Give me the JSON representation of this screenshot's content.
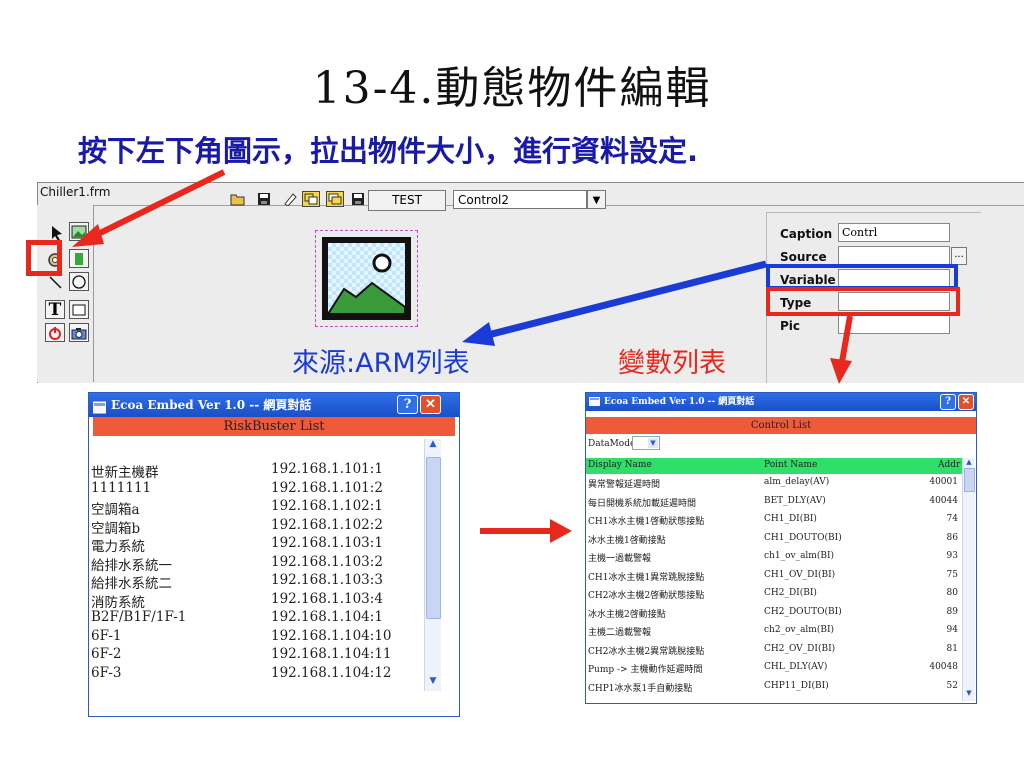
{
  "slide": {
    "title": "13-4.動態物件編輯",
    "subtitle": "按下左下角圖示，拉出物件大小，進行資料設定.",
    "annotation_source": "來源:ARM列表",
    "annotation_variable": "變數列表",
    "colors": {
      "red": "#e8281c",
      "blue": "#1a3bd6",
      "subtitle": "#1a1aa8"
    }
  },
  "editor": {
    "window_title": "Chiller1.frm",
    "toolbar_icons": [
      "open-folder-icon",
      "save-icon",
      "eraser-icon",
      "copy-icon",
      "paste-icon",
      "save-as-icon"
    ],
    "test_button": "TEST",
    "control_combo": "Control2",
    "properties": [
      {
        "label": "Caption",
        "value": "Contrl"
      },
      {
        "label": "Source",
        "value": ""
      },
      {
        "label": "Variable",
        "value": ""
      },
      {
        "label": "Type",
        "value": ""
      },
      {
        "label": "Pic",
        "value": ""
      }
    ],
    "source_browse": "..."
  },
  "risk_dialog": {
    "title": "Ecoa Embed Ver 1.0 -- 網頁對話",
    "header": "RiskBuster List",
    "rows": [
      {
        "name": "世新主機群",
        "addr": "192.168.1.101:1"
      },
      {
        "name": "1111111",
        "addr": "192.168.1.101:2"
      },
      {
        "name": "空調箱a",
        "addr": "192.168.1.102:1"
      },
      {
        "name": "空調箱b",
        "addr": "192.168.1.102:2"
      },
      {
        "name": "電力系統",
        "addr": "192.168.1.103:1"
      },
      {
        "name": "給排水系統一",
        "addr": "192.168.1.103:2"
      },
      {
        "name": "給排水系統二",
        "addr": "192.168.1.103:3"
      },
      {
        "name": "消防系統",
        "addr": "192.168.1.103:4"
      },
      {
        "name": "B2F/B1F/1F-1",
        "addr": "192.168.1.104:1"
      },
      {
        "name": "6F-1",
        "addr": "192.168.1.104:10"
      },
      {
        "name": "6F-2",
        "addr": "192.168.1.104:11"
      },
      {
        "name": "6F-3",
        "addr": "192.168.1.104:12"
      }
    ]
  },
  "control_dialog": {
    "title": "Ecoa Embed Ver 1.0 -- 網頁對話",
    "header": "Control List",
    "datamode_label": "DataMode:",
    "columns": [
      "Display Name",
      "Point Name",
      "Addr"
    ],
    "rows": [
      {
        "display": "異常警報延遲時間",
        "point": "alm_delay(AV)",
        "addr": "40001"
      },
      {
        "display": "每日開機系統加載延遲時間",
        "point": "BET_DLY(AV)",
        "addr": "40044"
      },
      {
        "display": "CH1冰水主機1啓動狀態接點",
        "point": "CH1_DI(BI)",
        "addr": "74"
      },
      {
        "display": "冰水主機1啓動接點",
        "point": "CH1_DOUTO(BI)",
        "addr": "86"
      },
      {
        "display": "主機一過載警報",
        "point": "ch1_ov_alm(BI)",
        "addr": "93"
      },
      {
        "display": "CH1冰水主機1異常跳脫接點",
        "point": "CH1_OV_DI(BI)",
        "addr": "75"
      },
      {
        "display": "CH2冰水主機2啓動狀態接點",
        "point": "CH2_DI(BI)",
        "addr": "80"
      },
      {
        "display": "冰水主機2啓動接點",
        "point": "CH2_DOUTO(BI)",
        "addr": "89"
      },
      {
        "display": "主機二過載警報",
        "point": "ch2_ov_alm(BI)",
        "addr": "94"
      },
      {
        "display": "CH2冰水主機2異常跳脫接點",
        "point": "CH2_OV_DI(BI)",
        "addr": "81"
      },
      {
        "display": "Pump -> 主機動作延遲時間",
        "point": "CHL_DLY(AV)",
        "addr": "40048"
      },
      {
        "display": "CHP1冰水泵1手自動接點",
        "point": "CHP11_DI(BI)",
        "addr": "52"
      }
    ]
  }
}
